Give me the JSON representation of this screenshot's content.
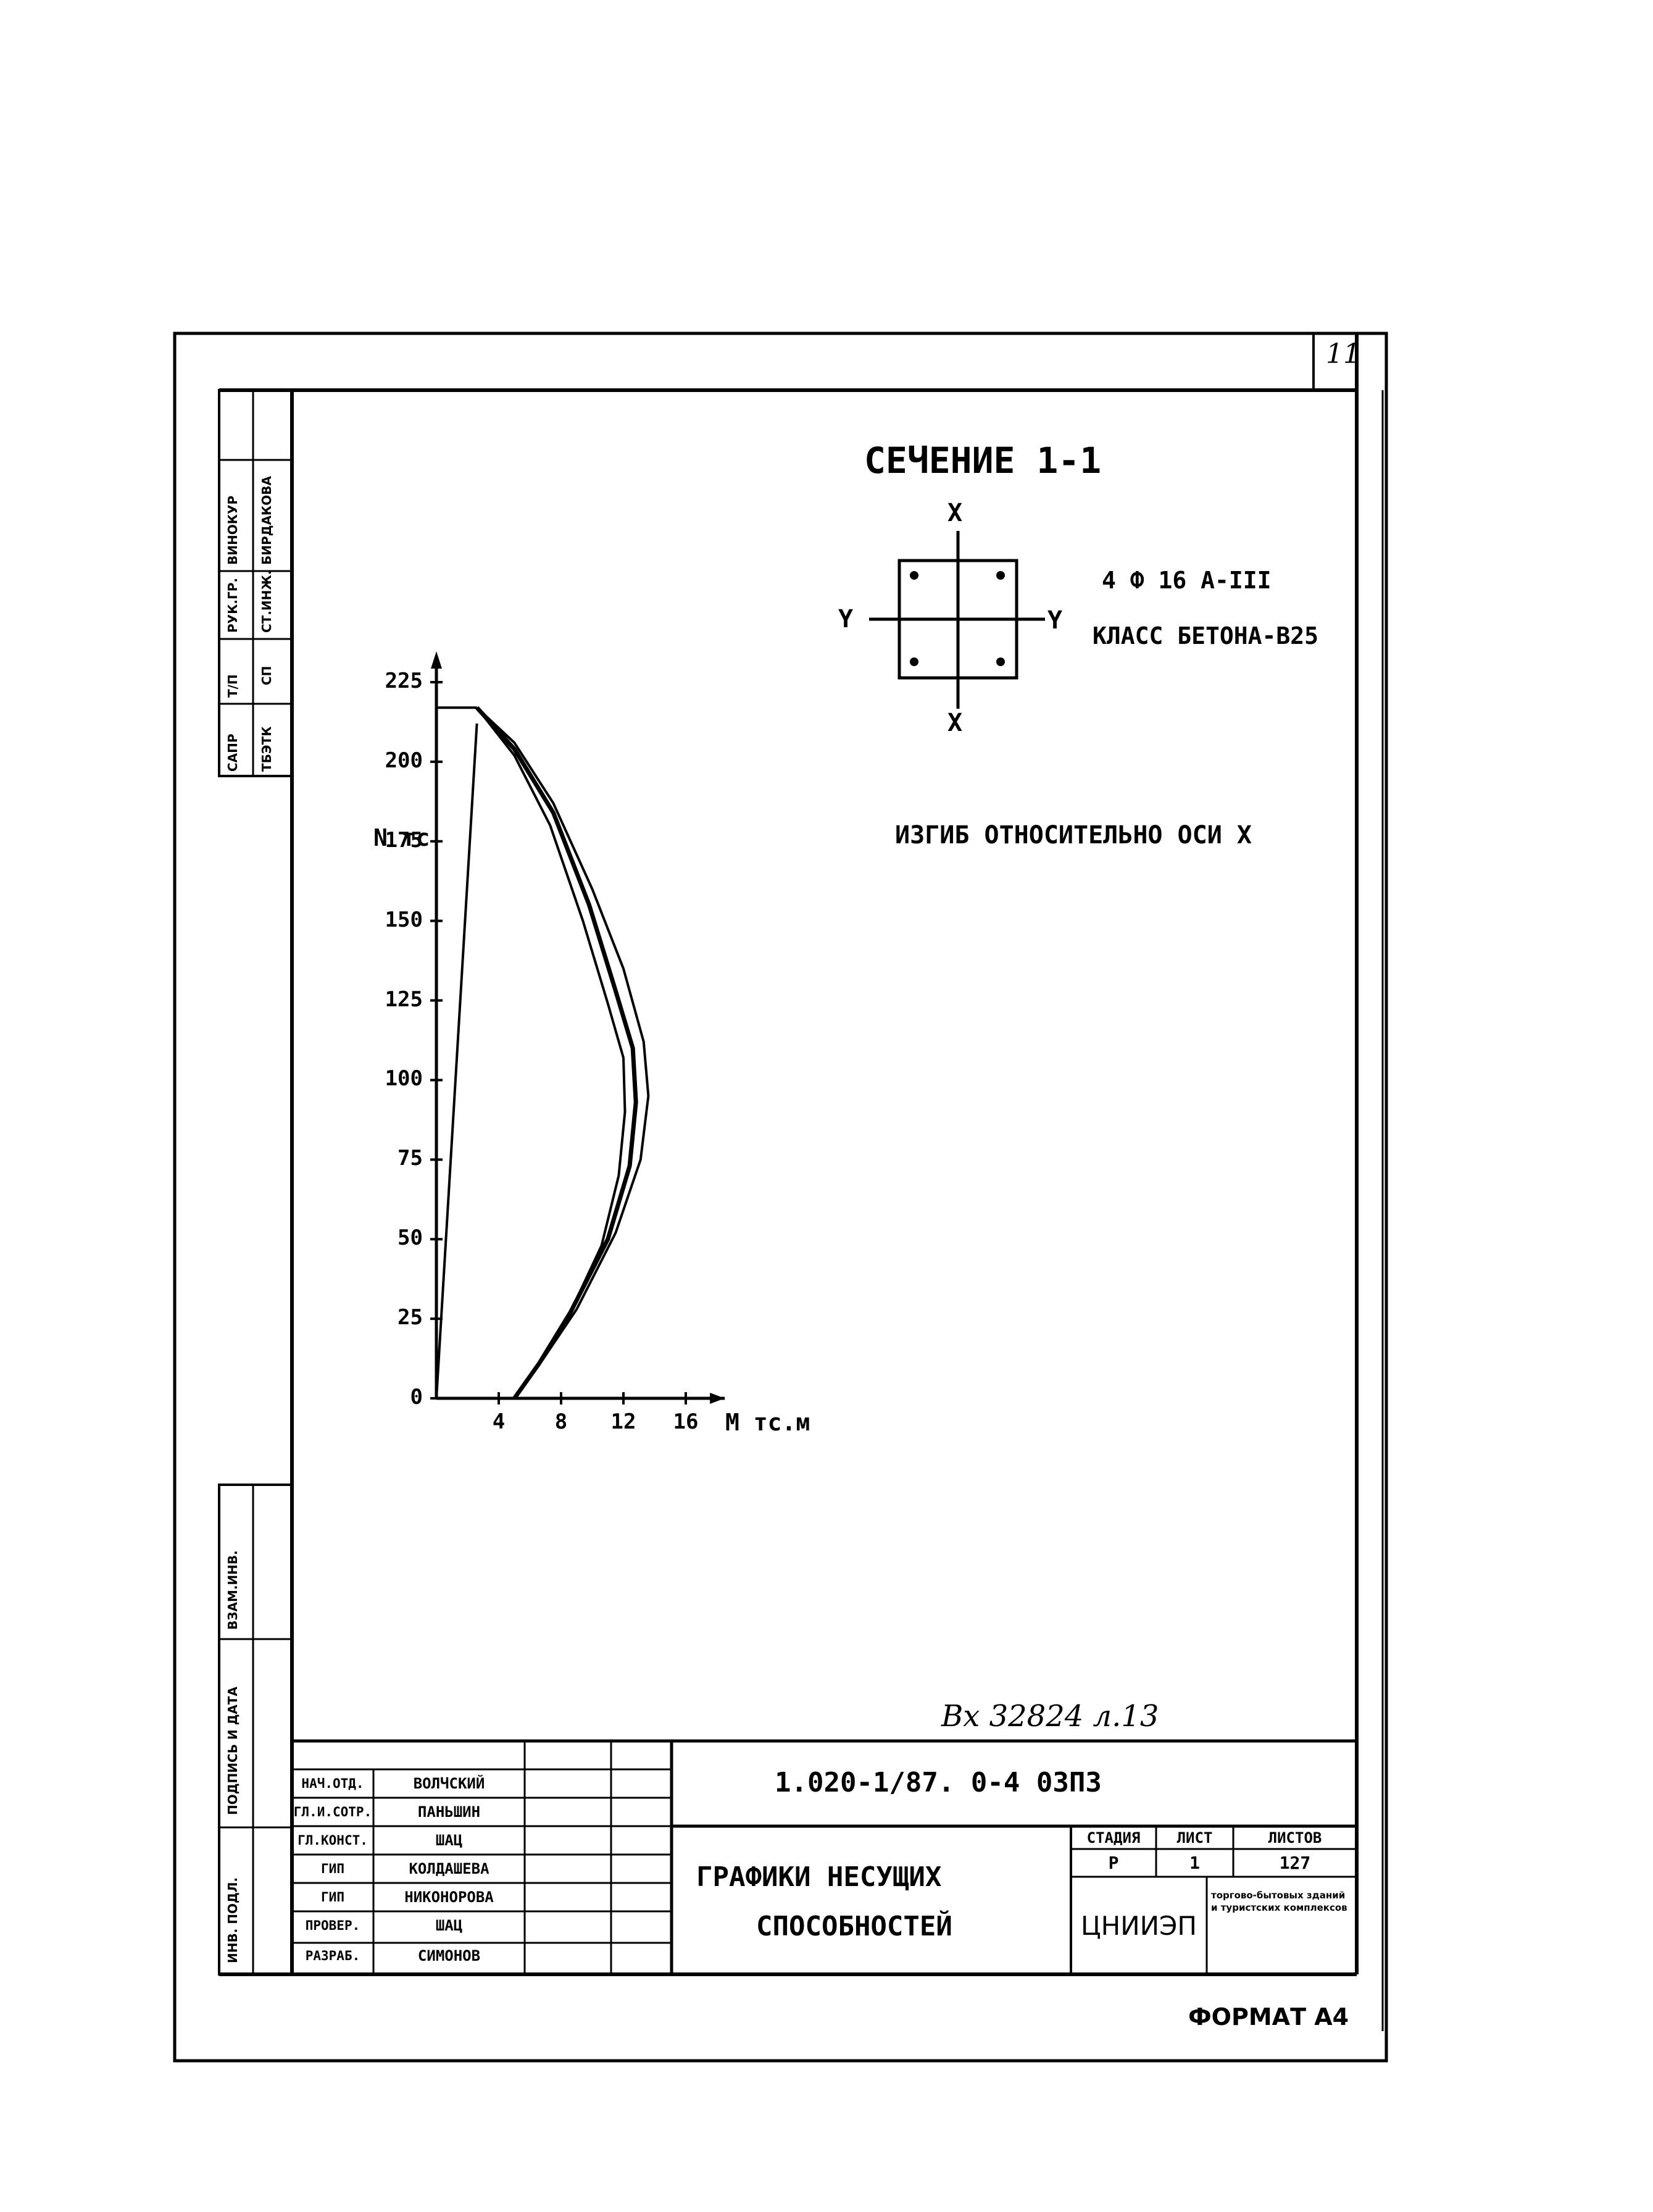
{
  "sheet": {
    "page_number": "11",
    "format_label": "ФОРМАТ А4",
    "archive_note": "Вх 32824 л.13"
  },
  "section": {
    "title": "СЕЧЕНИЕ 1-1",
    "axis_x": "X",
    "axis_y": "Y",
    "reinforcement": "4 Ф 16 А-III",
    "concrete_class": "КЛАСС БЕТОНА-В25"
  },
  "chart_caption": "ИЗГИБ ОТНОСИТЕЛЬНО ОСИ X",
  "chart_data": {
    "type": "line",
    "title": "",
    "ylabel": "N тс",
    "xlabel": "М тс.м",
    "ylim": [
      0,
      225
    ],
    "xlim": [
      0,
      18
    ],
    "y_ticks": [
      "225",
      "200",
      "175",
      "150",
      "125",
      "100",
      "75",
      "50",
      "25",
      "0"
    ],
    "x_ticks": [
      "4",
      "8",
      "12",
      "16"
    ],
    "grid": false,
    "series": [
      {
        "x": [
          0,
          2.6
        ],
        "y": [
          217,
          217
        ]
      },
      {
        "x": [
          0,
          2.6
        ],
        "y": [
          0,
          212
        ]
      },
      {
        "x": [
          2.6,
          5,
          7.5,
          10,
          12,
          13.3,
          13.6,
          13.1,
          11.5,
          9,
          6.8,
          5
        ],
        "y": [
          217,
          206,
          187,
          160,
          135,
          112,
          95,
          75,
          52,
          28,
          12,
          0
        ]
      },
      {
        "x": [
          2.6,
          5,
          7.5,
          9.8,
          11.5,
          12.6,
          12.8,
          12.4,
          11.0,
          8.6,
          6.6,
          5
        ],
        "y": [
          217,
          204,
          184,
          155,
          128,
          110,
          93,
          73,
          50,
          27,
          11,
          0
        ]
      },
      {
        "x": [
          2.6,
          5,
          7.3,
          9.4,
          11.0,
          12.0,
          12.1,
          11.7,
          10.6,
          8.4,
          6.5,
          5
        ],
        "y": [
          217,
          202,
          180,
          150,
          124,
          107,
          90,
          70,
          48,
          25,
          10,
          0
        ]
      }
    ]
  },
  "left_margin": {
    "top_labels": [
      "САПР",
      "Т/П",
      "РУК.ГР.",
      "ВИНОКУР"
    ],
    "top_values": [
      "ТБЭТК",
      "СП",
      "СТ.ИНЖ.",
      "БИРДАКОВА"
    ],
    "lower_labels": [
      "ВЗАМ.ИНВ.",
      "ПОДПИСЬ И ДАТА",
      "ИНВ. ПОДЛ."
    ]
  },
  "title_block": {
    "document_code": "1.020-1/87. 0-4  03П3",
    "title_line1": "ГРАФИКИ  НЕСУЩИХ",
    "title_line2": "СПОСОБНОСТЕЙ",
    "roles": [
      "НАЧ.ОТД.",
      "ГЛ.И.СОТР.",
      "ГЛ.КОНСТ.",
      "ГИП",
      "ГИП",
      "ПРОВЕР.",
      "РАЗРАБ."
    ],
    "names": [
      "ВОЛЧСКИЙ",
      "ПАНЬШИН",
      "ШАЦ",
      "КОЛДАШЕВА",
      "НИКОНОРОВА",
      "ШАЦ",
      "СИМОНОВ"
    ],
    "stage_header": "СТАДИЯ",
    "sheet_header": "ЛИСТ",
    "sheets_header": "ЛИСТОВ",
    "stage": "Р",
    "sheet": "1",
    "sheets": "127",
    "org": "ЦНИИЭП",
    "org_sub": "торгово-бытовых зданий и туристских комплексов"
  }
}
